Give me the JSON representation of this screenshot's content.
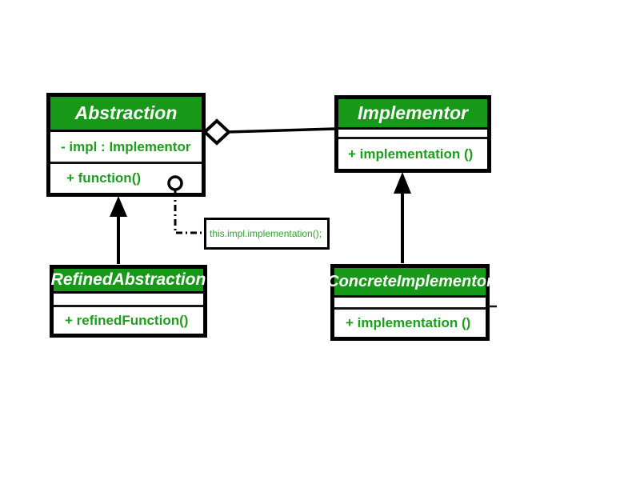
{
  "diagram_type": "uml-class-diagram",
  "pattern": "Bridge",
  "colors": {
    "background": "#FFFFFF",
    "class_header_green": "#189818",
    "member_text_green": "#1E9E1E",
    "note_text_green": "#2BA52B",
    "border_black": "#000000"
  },
  "classes": {
    "abstraction": {
      "name": "Abstraction",
      "attribute": "- impl : Implementor",
      "method": "+ function()"
    },
    "implementor": {
      "name": "Implementor",
      "attribute": "",
      "method": "+ implementation ()"
    },
    "refined_abstraction": {
      "name": "RefinedAbstraction",
      "attribute": "",
      "method": "+ refinedFunction()"
    },
    "concrete_implementor": {
      "name": "ConcreteImplementor",
      "attribute": "",
      "method": "+ implementation ()"
    }
  },
  "note": {
    "text": "this.impl.implementation();"
  },
  "relationships": [
    {
      "type": "aggregation",
      "from": "Abstraction",
      "to": "Implementor",
      "marker": "hollow-diamond",
      "line": "solid"
    },
    {
      "type": "generalization",
      "from": "RefinedAbstraction",
      "to": "Abstraction",
      "marker": "filled-arrowhead",
      "line": "solid"
    },
    {
      "type": "generalization",
      "from": "ConcreteImplementor",
      "to": "Implementor",
      "marker": "filled-arrowhead",
      "line": "solid"
    },
    {
      "type": "note-link",
      "from": "Abstraction.function()",
      "to": "note",
      "marker": "lollipop-circle",
      "line": "dash-dot"
    }
  ]
}
